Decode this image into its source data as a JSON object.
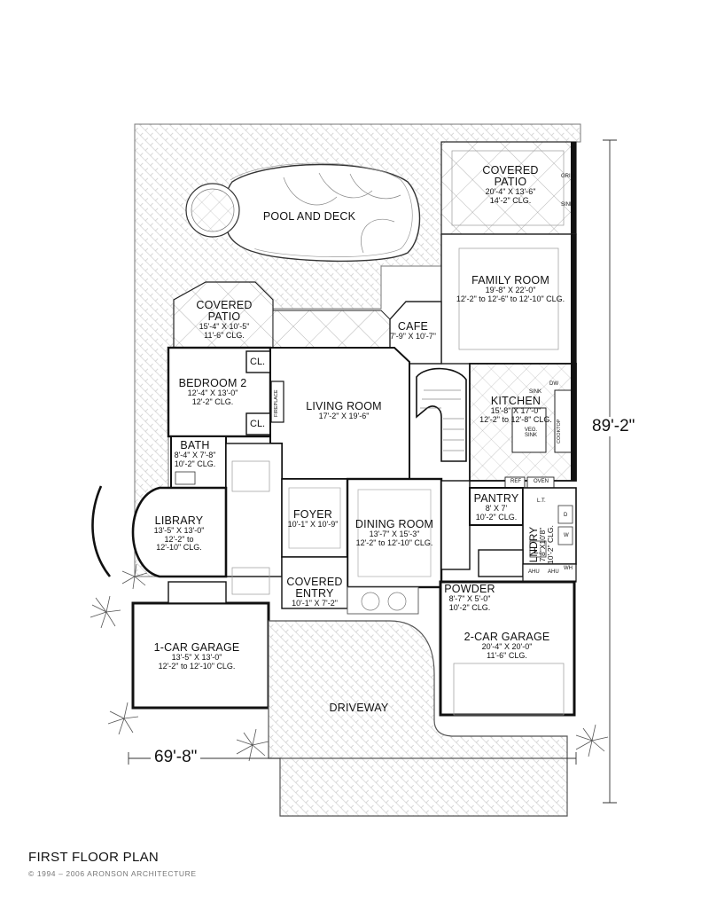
{
  "title": "FIRST FLOOR PLAN",
  "copyright": "© 1994 – 2006 ARONSON ARCHITECTURE",
  "dimensions": {
    "width": "69'-8\"",
    "depth": "89'-2\""
  },
  "rooms": {
    "pool": {
      "name": "POOL AND DECK"
    },
    "covered_patio_east": {
      "name": "COVERED PATIO",
      "size": "20'-4\" X 13'-6\"",
      "ceiling": "14'-2\" CLG."
    },
    "family_room": {
      "name": "FAMILY ROOM",
      "size": "19'-8\" X 22'-0\"",
      "ceiling": "12'-2\" to 12'-6\" to 12'-10\" CLG."
    },
    "covered_patio_west": {
      "name": "COVERED PATIO",
      "size": "15'-4\" X 10'-5\"",
      "ceiling": "11'-6\" CLG."
    },
    "cafe": {
      "name": "CAFE",
      "size": "7'-9\" X 10'-7\""
    },
    "bedroom2": {
      "name": "BEDROOM 2",
      "size": "12'-4\" X 13'-0\"",
      "ceiling": "12'-2\" CLG."
    },
    "living_room": {
      "name": "LIVING ROOM",
      "size": "17'-2\" X 19'-6\""
    },
    "kitchen": {
      "name": "KITCHEN",
      "size": "15'-8\" X 17'-0\"",
      "ceiling": "12'-2\" to 12'-8\" CLG."
    },
    "bath": {
      "name": "BATH",
      "size": "8'-4\" X 7'-8\"",
      "ceiling": "10'-2\" CLG."
    },
    "library": {
      "name": "LIBRARY",
      "size": "13'-5\" X 13'-0\"",
      "ceiling1": "12'-2\" to",
      "ceiling2": "12'-10\" CLG."
    },
    "foyer": {
      "name": "FOYER",
      "size": "10'-1\" X 10'-9\""
    },
    "dining_room": {
      "name": "DINING ROOM",
      "size": "13'-7\" X 15'-3\"",
      "ceiling": "12'-2\" to 12'-10\" CLG."
    },
    "pantry": {
      "name": "PANTRY",
      "size": "8' X 7'",
      "ceiling": "10'-2\" CLG."
    },
    "laundry": {
      "name": "LNDRY",
      "size": "7'8\"X10'8\"",
      "ceiling": "10'-2\" CLG."
    },
    "covered_entry": {
      "name1": "COVERED",
      "name2": "ENTRY",
      "size": "10'-1\" X 7'-2\""
    },
    "powder": {
      "name": "POWDER",
      "size": "8'-7\" X 5'-0\"",
      "ceiling": "10'-2\" CLG."
    },
    "garage1": {
      "name": "1-CAR GARAGE",
      "size": "13'-5\" X 13'-0\"",
      "ceiling": "12'-2\" to 12'-10\" CLG."
    },
    "garage2": {
      "name": "2-CAR GARAGE",
      "size": "20'-4\" X 20'-0\"",
      "ceiling": "11'-6\" CLG."
    },
    "driveway": {
      "name": "DRIVEWAY"
    }
  },
  "fixtures": {
    "closet": "CL.",
    "fireplace": "FIREPLACE",
    "grill": "GRILL",
    "sink": "SINK",
    "dw": "DW",
    "veg_sink": "VEG. SINK",
    "cooktop": "COOKTOP",
    "ref": "REF",
    "oven": "OVEN",
    "lt": "L.T.",
    "d": "D",
    "w": "W",
    "l": "L.",
    "ahu": "AHU",
    "wh": "WH"
  }
}
